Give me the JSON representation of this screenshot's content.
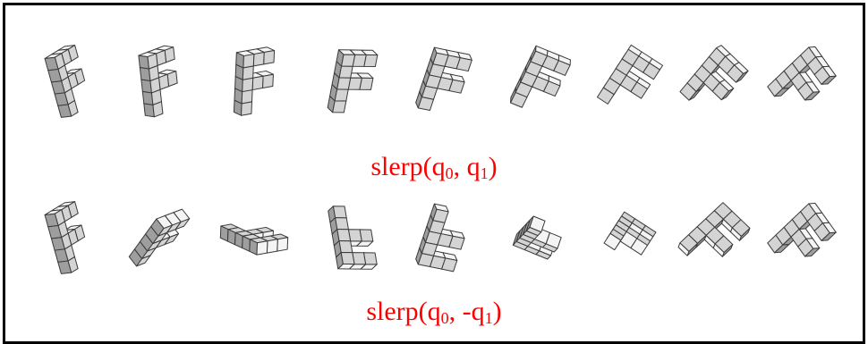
{
  "diagram": {
    "captions": [
      {
        "fn": "slerp(",
        "a": "q",
        "a_sub": "0",
        "sep": ", ",
        "b": "q",
        "b_sub": "1",
        "end": ")"
      },
      {
        "fn": "slerp(",
        "a": "q",
        "a_sub": "0",
        "sep": ", -",
        "b": "q",
        "b_sub": "1",
        "end": ")"
      }
    ],
    "frames_per_row": 9,
    "colors": {
      "border": "#000000",
      "caption": "#ff0000",
      "cube_top": "#f4f4f4",
      "cube_left": "#d4d4d4",
      "cube_right": "#9e9e9e",
      "cube_edge": "#3a3a3a"
    }
  }
}
